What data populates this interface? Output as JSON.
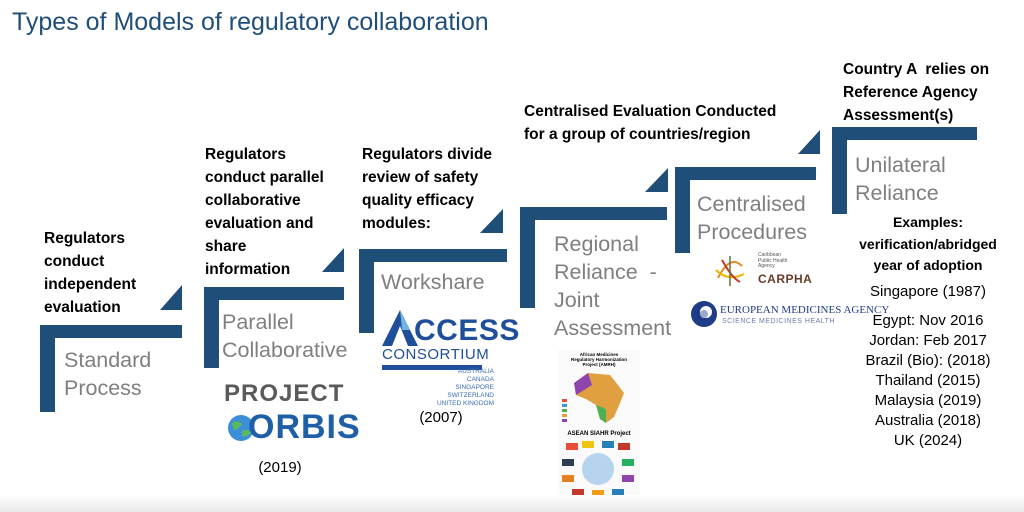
{
  "title": "Types of Models of regulatory collaboration",
  "stages": [
    {
      "name": "Standard Process",
      "name_lines": [
        "Standard",
        "Process"
      ],
      "description_lines": [
        "Regulators",
        "conduct",
        "independent",
        "evaluation"
      ]
    },
    {
      "name": "Parallel Collaborative",
      "name_lines": [
        "Parallel",
        "Collaborative"
      ],
      "description_lines": [
        "Regulators",
        "conduct parallel",
        "collaborative",
        "evaluation and",
        "share",
        "information"
      ],
      "logo": {
        "line1": "PROJECT",
        "line2": "ORBIS"
      },
      "year": "(2019)"
    },
    {
      "name": "Workshare",
      "name_lines": [
        "Workshare"
      ],
      "description_lines": [
        "Regulators divide",
        "review of safety",
        "quality efficacy",
        "modules:"
      ],
      "logo": {
        "line1": "CCESS",
        "line2": "CONSORTIUM",
        "countries": [
          "AUSTRALIA",
          "CANADA",
          "SINGAPORE",
          "SWITZERLAND",
          "UNITED KINGDOM"
        ]
      },
      "year": "(2007)"
    },
    {
      "name": "Regional Reliance - Joint Assessment",
      "name_lines": [
        "Regional",
        "Reliance  -",
        "Joint",
        "Assessment"
      ],
      "logo_titles": {
        "africa": [
          "African Medicines",
          "Regulatory Harmonization",
          "Project (AMRH)"
        ],
        "asean": "ASEAN SIAHR Project"
      }
    },
    {
      "name": "Centralised Procedures",
      "name_lines": [
        "Centralised",
        "Procedures"
      ],
      "description_lines": [
        "Centralised Evaluation Conducted",
        "for a group of countries/region"
      ],
      "logos": {
        "carpha_text": "CARPHA",
        "carpha_small": [
          "Caribbean",
          "Public Health",
          "Agency"
        ],
        "ema_line1": "EUROPEAN MEDICINES AGENCY",
        "ema_line2": "SCIENCE  MEDICINES  HEALTH"
      }
    },
    {
      "name": "Unilateral Reliance",
      "name_lines": [
        "Unilateral",
        "Reliance"
      ],
      "description_lines": [
        "Country A  relies on",
        "Reference Agency",
        "Assessment(s)"
      ],
      "examples_heading_lines": [
        "Examples:",
        "verification/abridged",
        "year of adoption"
      ],
      "examples": [
        "Singapore (1987)",
        "Egypt: Nov 2016",
        "Jordan: Feb 2017",
        "Brazil (Bio): (2018)",
        "Thailand (2015)",
        "Malaysia (2019)",
        "Australia (2018)",
        "UK (2024)"
      ]
    }
  ],
  "colors": {
    "title": "#1f4e79",
    "step": "#1f4e79",
    "stage_text": "#7f7f7f"
  }
}
